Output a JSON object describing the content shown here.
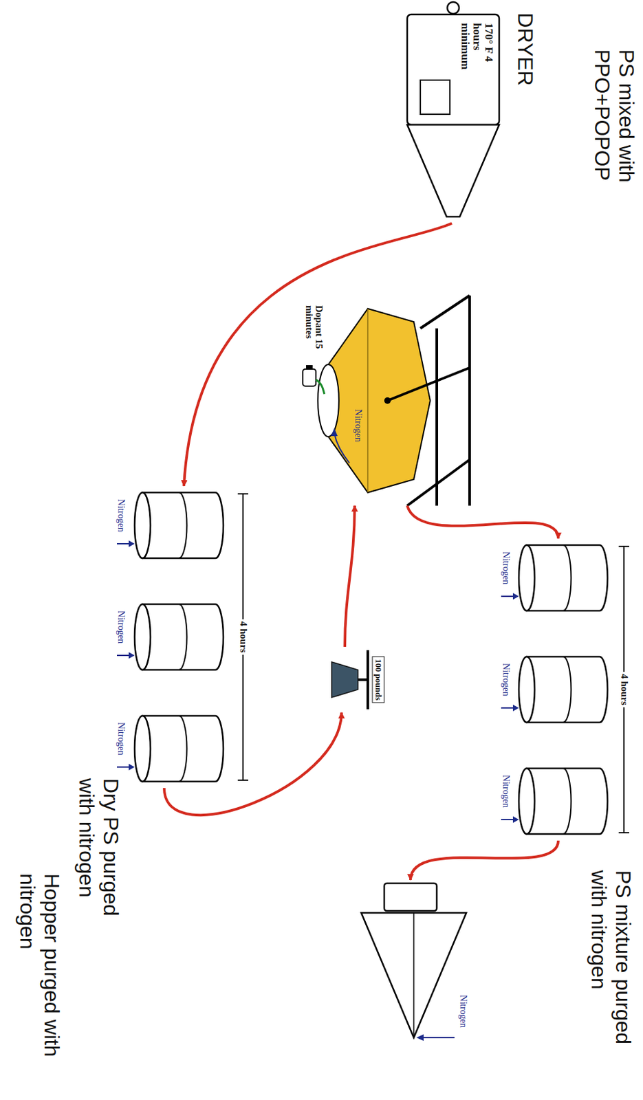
{
  "diagram": {
    "nodes": [
      {
        "text": [
          "DRYER",
          "170° F 4 hours minimum"
        ]
      },
      {
        "text": [
          "Nitrogen",
          "Nitrogen",
          "Nitrogen",
          "4 hours"
        ]
      },
      {
        "text": [
          "100 pounds"
        ]
      },
      {
        "text": [
          "Dopant 15 minutes",
          "Nitrogen"
        ]
      },
      {
        "text": [
          "Nitrogen",
          "Nitrogen",
          "Nitrogen",
          "4 hours"
        ]
      },
      {
        "text": [
          "Nitrogen"
        ]
      }
    ],
    "edges": [
      {
        "from": 0,
        "to": 1,
        "arrow": "to"
      },
      {
        "from": 1,
        "to": 2,
        "arrow": "to"
      },
      {
        "from": 2,
        "to": 3,
        "arrow": "to"
      },
      {
        "from": 3,
        "to": 4,
        "arrow": "to"
      },
      {
        "from": 4,
        "to": 5,
        "arrow": "to"
      }
    ],
    "labels": [
      "Dry PS purged with nitrogen",
      "PS mixed with PPO+POPOP",
      "PS mixture purged with nitrogen",
      "Hopper purged with nitrogen"
    ]
  }
}
